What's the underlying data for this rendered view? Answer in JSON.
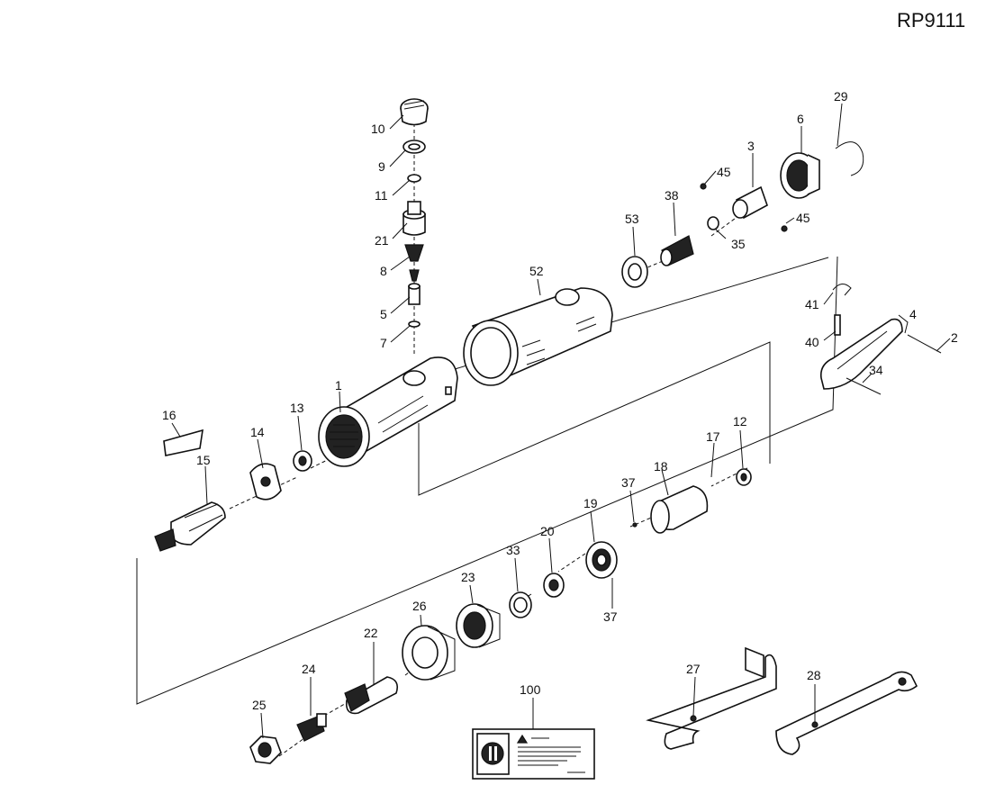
{
  "model": "RP9111",
  "callouts": [
    {
      "id": "10"
    },
    {
      "id": "9"
    },
    {
      "id": "11"
    },
    {
      "id": "21"
    },
    {
      "id": "8"
    },
    {
      "id": "5"
    },
    {
      "id": "7"
    },
    {
      "id": "1"
    },
    {
      "id": "16"
    },
    {
      "id": "14"
    },
    {
      "id": "13"
    },
    {
      "id": "15"
    },
    {
      "id": "52"
    },
    {
      "id": "53"
    },
    {
      "id": "38"
    },
    {
      "id": "35"
    },
    {
      "id": "3"
    },
    {
      "id": "45a",
      "label": "45"
    },
    {
      "id": "45b",
      "label": "45"
    },
    {
      "id": "6"
    },
    {
      "id": "29"
    },
    {
      "id": "41"
    },
    {
      "id": "40"
    },
    {
      "id": "4"
    },
    {
      "id": "2"
    },
    {
      "id": "34"
    },
    {
      "id": "12"
    },
    {
      "id": "17"
    },
    {
      "id": "18"
    },
    {
      "id": "37a",
      "label": "37"
    },
    {
      "id": "19"
    },
    {
      "id": "20"
    },
    {
      "id": "33"
    },
    {
      "id": "37b",
      "label": "37"
    },
    {
      "id": "23"
    },
    {
      "id": "26"
    },
    {
      "id": "22"
    },
    {
      "id": "24"
    },
    {
      "id": "25"
    },
    {
      "id": "100"
    },
    {
      "id": "27"
    },
    {
      "id": "28"
    }
  ]
}
